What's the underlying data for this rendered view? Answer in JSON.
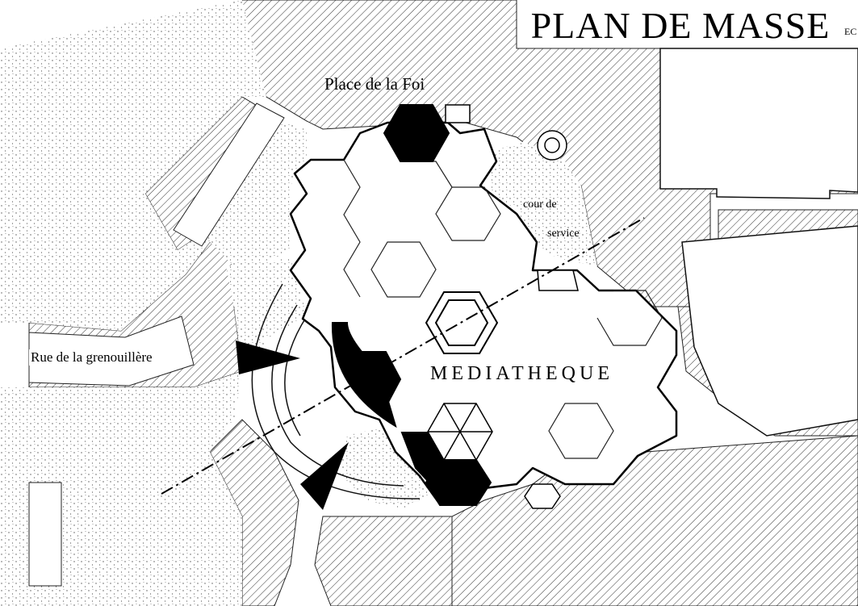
{
  "plan": {
    "title": "PLAN DE MASSE",
    "title_cut": "EC",
    "labels": {
      "place": "Place de la Foi",
      "rue": "Rue de la grenouillère",
      "cour_line1": "cour de",
      "cour_line2": "service",
      "mediatheque": "MEDIATHEQUE"
    }
  }
}
